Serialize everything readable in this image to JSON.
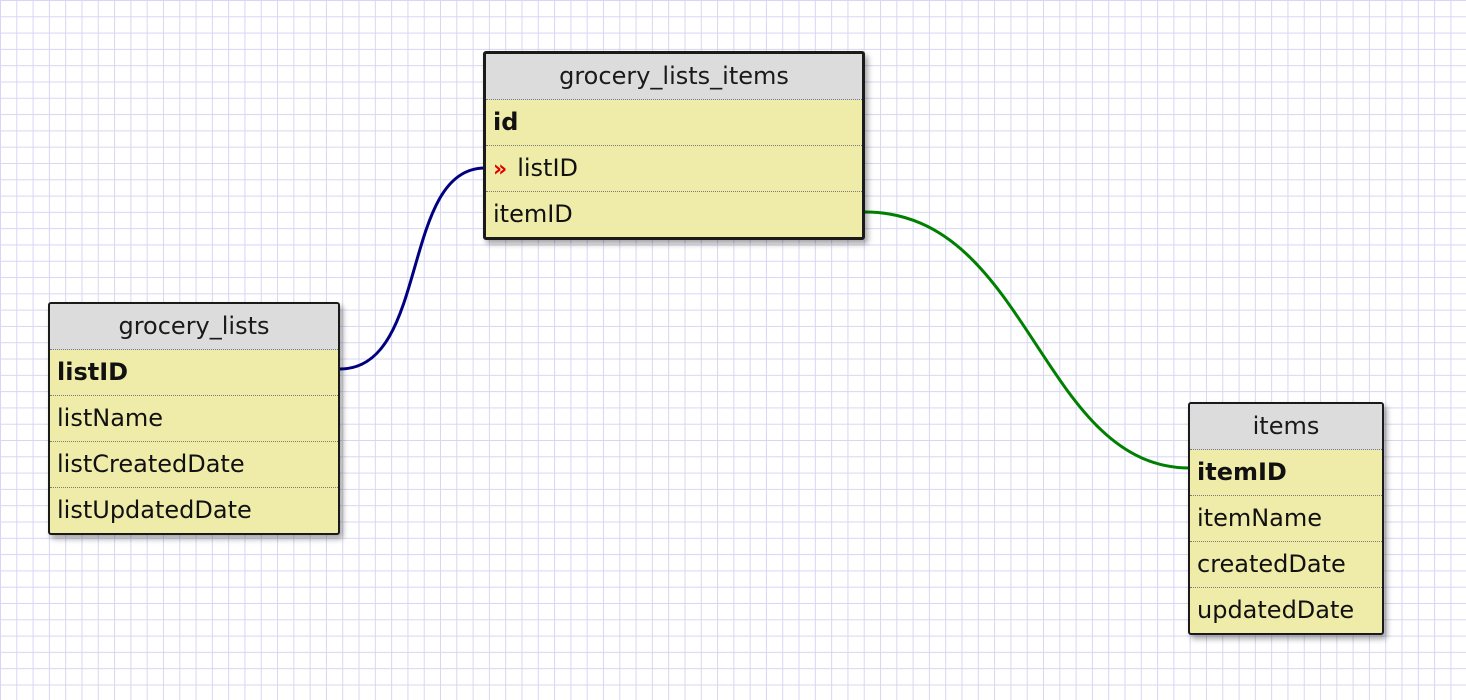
{
  "tables": {
    "grocery_lists_items": {
      "name": "grocery_lists_items",
      "fields": [
        {
          "name": "id",
          "primary": true
        },
        {
          "name": "listID",
          "foreign": true
        },
        {
          "name": "itemID"
        }
      ]
    },
    "grocery_lists": {
      "name": "grocery_lists",
      "fields": [
        {
          "name": "listID",
          "primary": true
        },
        {
          "name": "listName"
        },
        {
          "name": "listCreatedDate"
        },
        {
          "name": "listUpdatedDate"
        }
      ]
    },
    "items": {
      "name": "items",
      "fields": [
        {
          "name": "itemID",
          "primary": true
        },
        {
          "name": "itemName"
        },
        {
          "name": "createdDate"
        },
        {
          "name": "updatedDate"
        }
      ]
    }
  },
  "fk_marker": "»",
  "relations": [
    {
      "from": "grocery_lists.listID",
      "to": "grocery_lists_items.listID",
      "color": "#000080"
    },
    {
      "from": "grocery_lists_items.itemID",
      "to": "items.itemID",
      "color": "#008000"
    }
  ]
}
